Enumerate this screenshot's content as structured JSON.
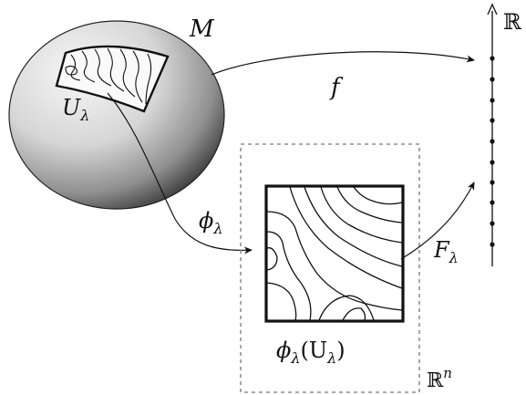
{
  "labels": {
    "manifold": "M",
    "chart_domain": "U",
    "chart_domain_sub": "λ",
    "function": "f",
    "chart_map": "ϕ",
    "chart_map_sub": "λ",
    "local_function": "F",
    "local_function_sub": "λ",
    "chart_image": "ϕ",
    "chart_image_sub": "λ",
    "chart_image_arg_open": "(U",
    "chart_image_arg_sub": "λ",
    "chart_image_arg_close": ")",
    "real_line": "ℝ",
    "euclidean_space": "ℝ",
    "euclidean_space_exp": "n"
  },
  "colors": {
    "ink": "#111111",
    "dashed_box": "#777777",
    "manifold_light": "#f2f2f2",
    "manifold_dark": "#1e1e1e"
  }
}
